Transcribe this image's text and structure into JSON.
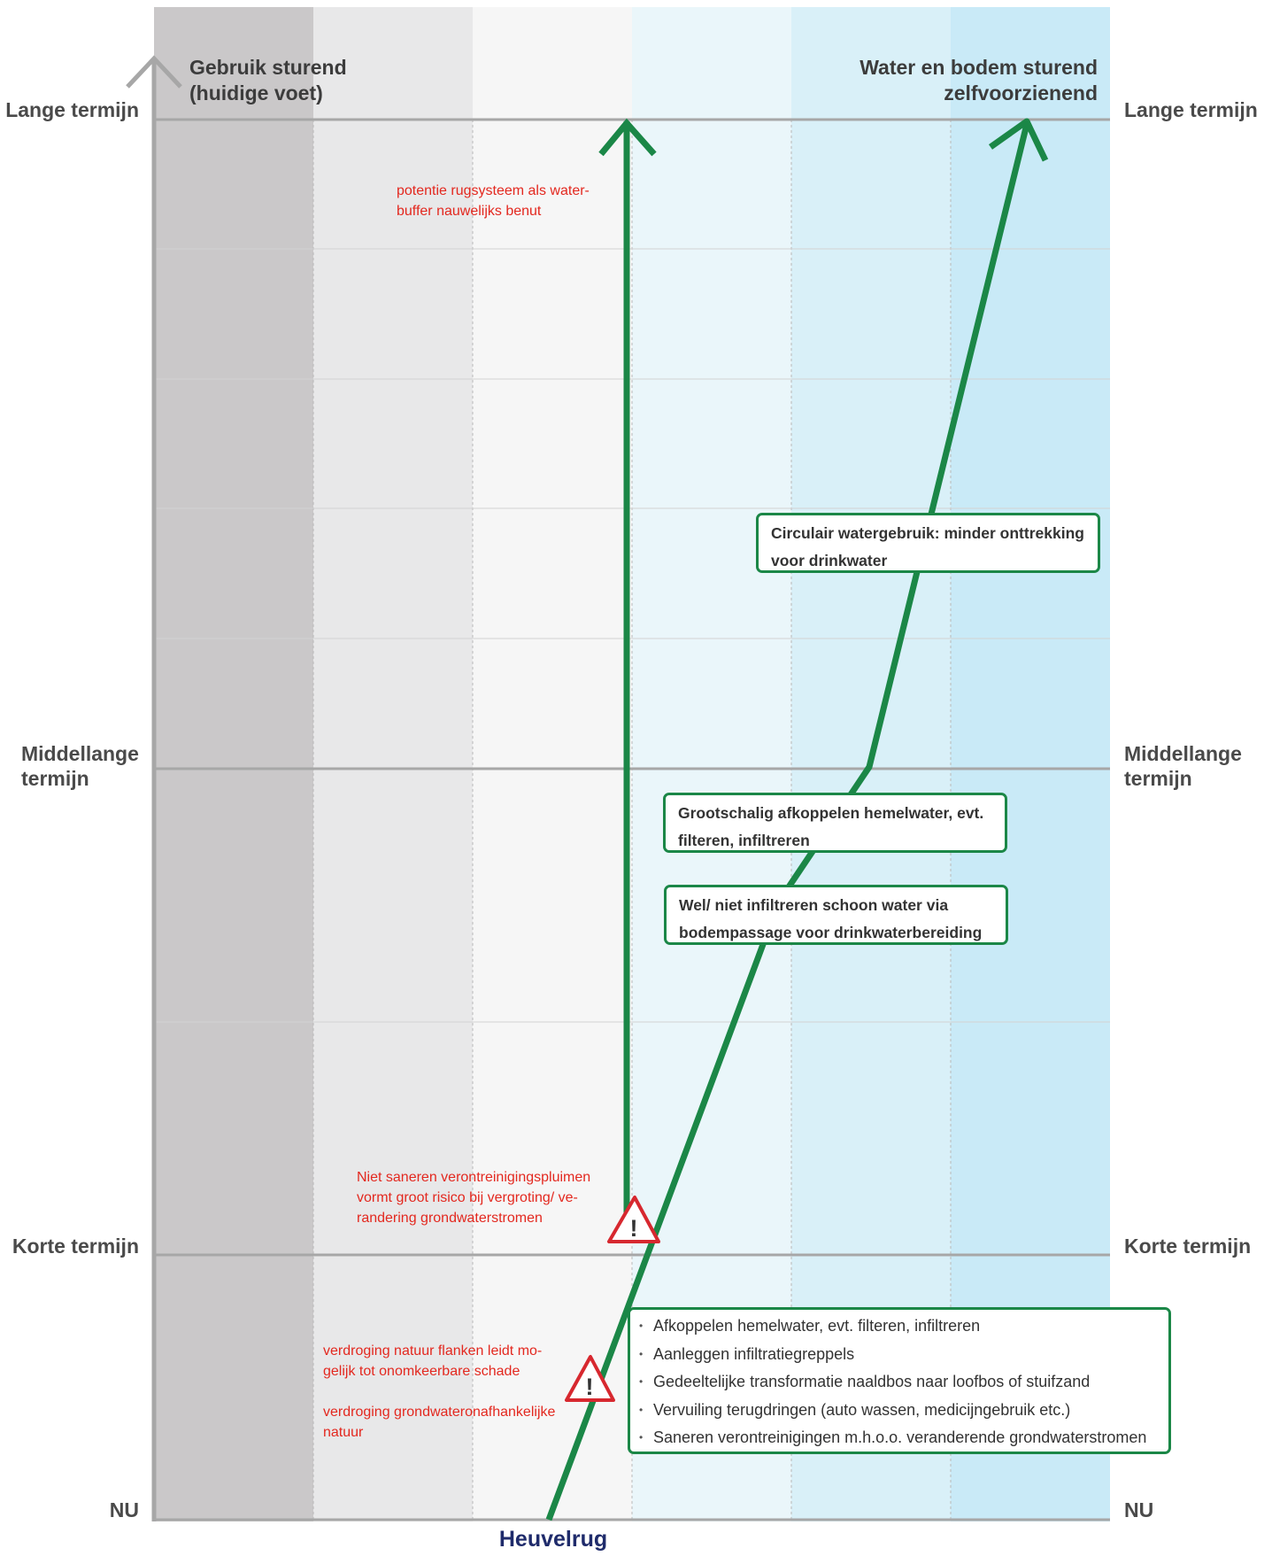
{
  "time_axis": {
    "left_labels": [
      "Lange termijn",
      "Middellange termijn",
      "Korte termijn",
      "NU"
    ],
    "right_labels": [
      "Lange termijn",
      "Middellange termijn",
      "Korte termijn",
      "NU"
    ]
  },
  "headers": {
    "left": "Gebruik sturend (huidige voet)",
    "right": "Water en bodem sturend zelfvoorzienend"
  },
  "risks": {
    "top": "potentie rugsysteem als water-buffer nauwelijks benut",
    "middle": "Niet saneren verontreinigingspluimen vormt groot risico bij vergroting/ ve-randering grondwaterstromen",
    "bottom_1": "verdroging natuur flanken leidt mo-gelijk tot onomkeerbare schade",
    "bottom_2": "verdroging grondwateronafhankelijke natuur"
  },
  "measures": {
    "circulair": "Circulair watergebruik: minder onttrekking voor drinkwater",
    "afkoppelen": "Grootschalig afkoppelen hemelwater, evt. filteren, infiltreren",
    "infiltreren": "Wel/ niet infiltreren schoon water via bodempassage voor drinkwaterbereiding",
    "short_term": [
      "Afkoppelen hemelwater, evt. filteren, infiltreren",
      "Aanleggen infiltratiegreppels",
      "Gedeeltelijke transformatie naaldbos naar loofbos of stuifzand",
      "Vervuiling terugdringen (auto wassen, medicijngebruik etc.)",
      "Saneren verontreinigingen m.h.o.o. veranderende grondwaterstromen"
    ]
  },
  "footer": "Heuvelrug",
  "warning_symbol": "!",
  "colors": {
    "path_green": "#1b8747",
    "risk_red": "#e3281f",
    "footer_blue": "#1f2b6b",
    "bands": [
      "#cac8c9",
      "#e8e8e9",
      "#f6f6f6",
      "#eaf6fa",
      "#d9f0f8",
      "#c9eaf7"
    ]
  }
}
